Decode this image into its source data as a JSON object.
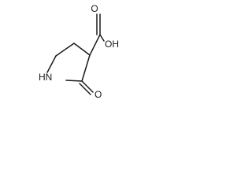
{
  "molecule": {
    "atoms": {
      "carboxyl_oxygen": "O",
      "hydroxyl": "OH",
      "ring_nitrogen": "HN",
      "carbonyl_oxygen": "O"
    },
    "colors": {
      "bond": "#1a1a1a",
      "label": "#1a1a1a",
      "background": "#ffffff"
    }
  }
}
